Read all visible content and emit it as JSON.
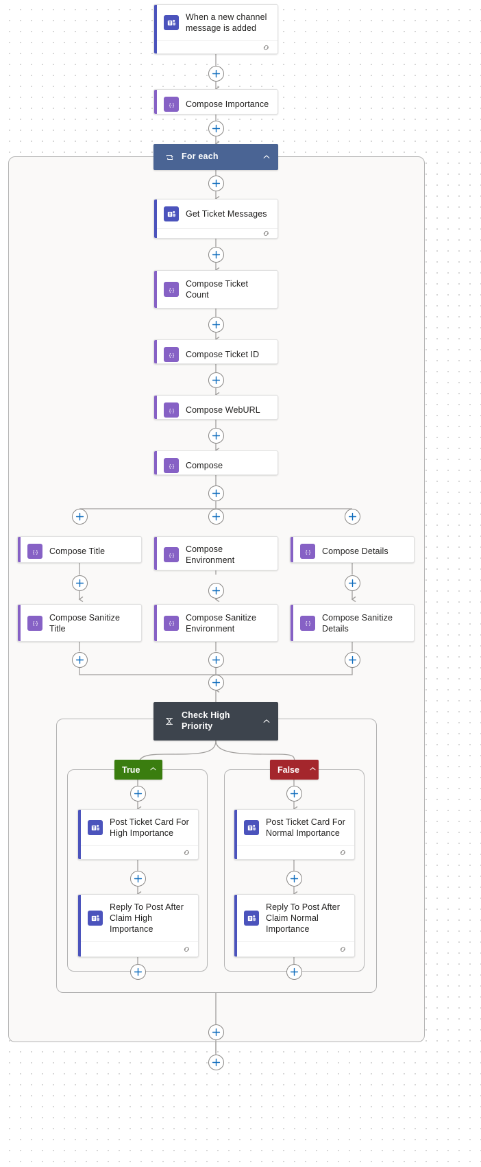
{
  "app": {
    "name": "power-automate-flow-designer",
    "canvas_background": "#ffffff",
    "scope_background": "#faf9f8"
  },
  "colors": {
    "teams_icon": "#4b53bc",
    "compose_icon": "#8661c5",
    "foreach_header": "#4a6494",
    "condition_header": "#3d444d",
    "true_branch": "#3a7d0f",
    "false_branch": "#a4262c",
    "plus_glyph": "#0f6cbd",
    "connector_line": "#a19f9d"
  },
  "nodes": [
    {
      "id": "trigger",
      "label": "When a new channel message is added",
      "kind": "teams",
      "icon": "teams-icon",
      "footer": true
    },
    {
      "id": "compose-imp",
      "label": "Compose Importance",
      "kind": "compose",
      "icon": "expression-icon",
      "footer": false
    },
    {
      "id": "get-ticket-msg",
      "label": "Get Ticket Messages",
      "kind": "teams",
      "icon": "teams-icon",
      "footer": true
    },
    {
      "id": "compose-count",
      "label": "Compose Ticket Count",
      "kind": "compose",
      "icon": "expression-icon",
      "footer": false
    },
    {
      "id": "compose-id",
      "label": "Compose Ticket ID",
      "kind": "compose",
      "icon": "expression-icon",
      "footer": false
    },
    {
      "id": "compose-weburl",
      "label": "Compose WebURL",
      "kind": "compose",
      "icon": "expression-icon",
      "footer": false
    },
    {
      "id": "compose",
      "label": "Compose",
      "kind": "compose",
      "icon": "expression-icon",
      "footer": false
    },
    {
      "id": "compose-title",
      "label": "Compose Title",
      "kind": "compose",
      "icon": "expression-icon",
      "footer": false
    },
    {
      "id": "compose-env",
      "label": "Compose Environment",
      "kind": "compose",
      "icon": "expression-icon",
      "footer": false
    },
    {
      "id": "compose-det",
      "label": "Compose Details",
      "kind": "compose",
      "icon": "expression-icon",
      "footer": false
    },
    {
      "id": "san-title",
      "label": "Compose Sanitize Title",
      "kind": "compose",
      "icon": "expression-icon",
      "footer": false
    },
    {
      "id": "san-env",
      "label": "Compose Sanitize Environment",
      "kind": "compose",
      "icon": "expression-icon",
      "footer": false
    },
    {
      "id": "san-det",
      "label": "Compose Sanitize Details",
      "kind": "compose",
      "icon": "expression-icon",
      "footer": false
    },
    {
      "id": "post-high",
      "label": "Post Ticket Card For High Importance",
      "kind": "teams",
      "icon": "teams-icon",
      "footer": true
    },
    {
      "id": "reply-high",
      "label": "Reply To Post After Claim High Importance",
      "kind": "teams",
      "icon": "teams-icon",
      "footer": true
    },
    {
      "id": "post-normal",
      "label": "Post Ticket Card For Normal Importance",
      "kind": "teams",
      "icon": "teams-icon",
      "footer": true
    },
    {
      "id": "reply-normal",
      "label": "Reply To Post After Claim Normal Importance",
      "kind": "teams",
      "icon": "teams-icon",
      "footer": true
    }
  ],
  "controls": {
    "foreach": {
      "label": "For each",
      "icon": "loop-icon",
      "chevron": "chevron-up-icon"
    },
    "condition": {
      "label": "Check High Priority",
      "icon": "condition-icon",
      "chevron": "chevron-up-icon"
    },
    "branch_true": {
      "label": "True",
      "chevron": "chevron-up-icon"
    },
    "branch_false": {
      "label": "False",
      "chevron": "chevron-up-icon"
    }
  },
  "add_buttons": {
    "label": "+",
    "tooltip": "Insert a new step",
    "count": 24
  }
}
